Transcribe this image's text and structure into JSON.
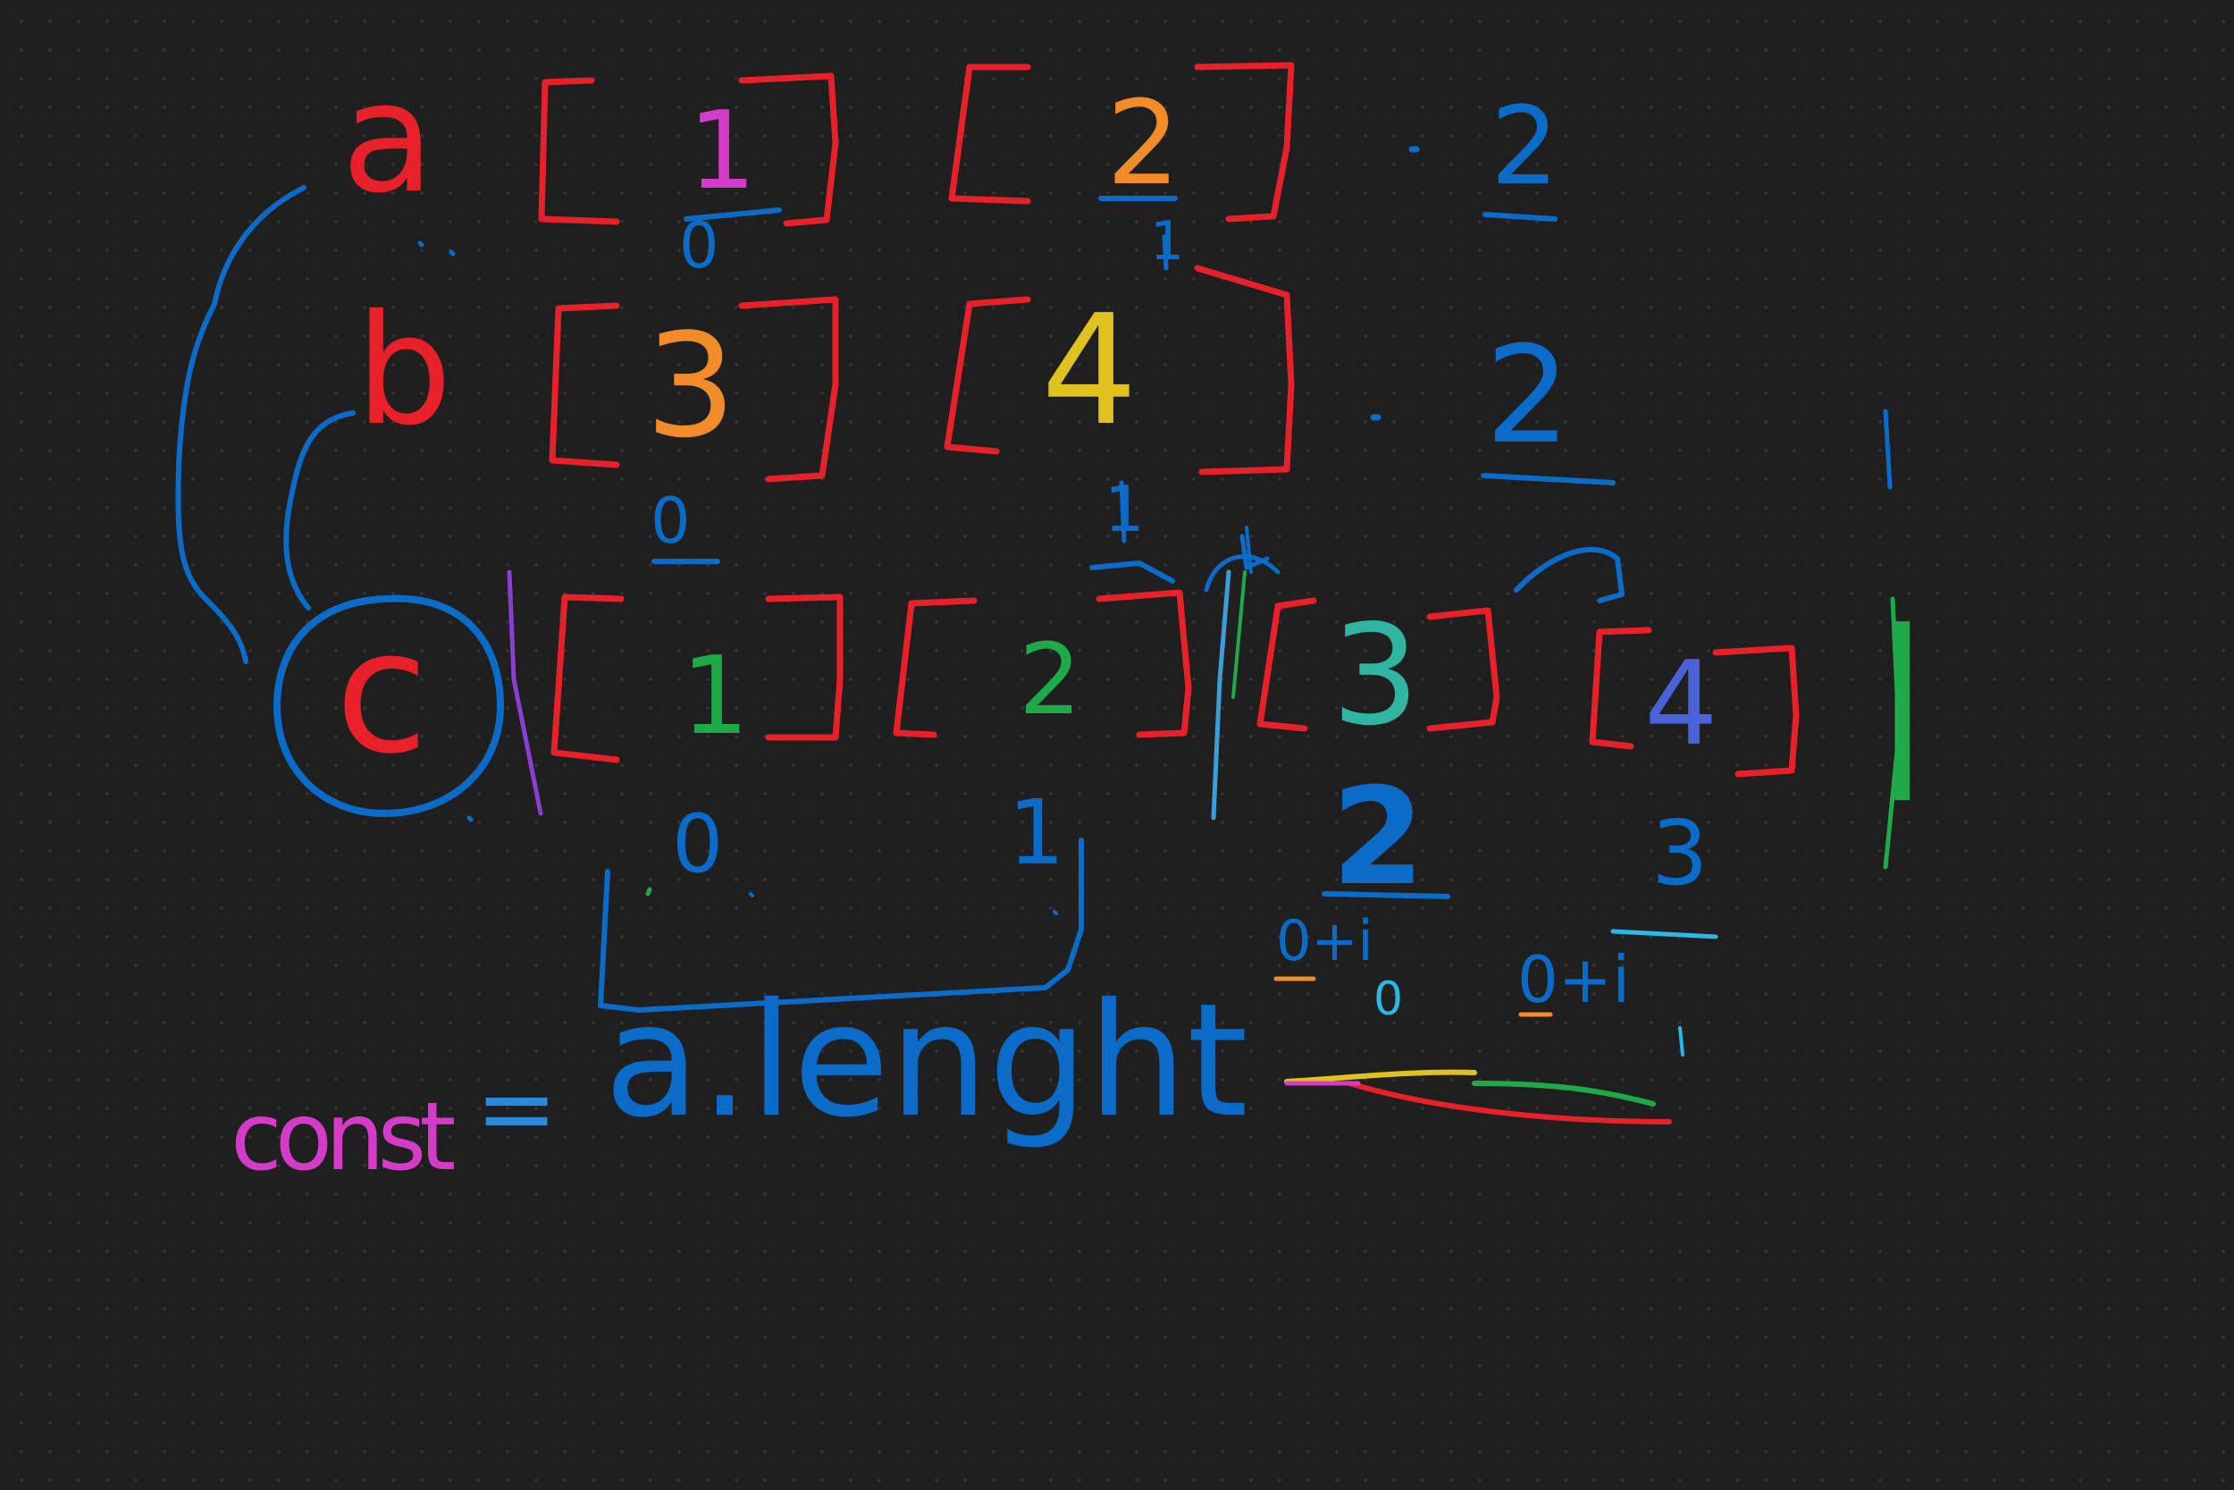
{
  "colors": {
    "background": "#1f1f1f",
    "red": "#e8202a",
    "blue": "#0a6bc8",
    "orange": "#f28c28",
    "yellow": "#e0c21e",
    "green": "#1faa4a",
    "teal": "#2fb5a0",
    "purple": "#8a3fd0",
    "magenta": "#d43cc8",
    "cyan": "#2ab8e8"
  },
  "rows": [
    {
      "label": "a",
      "values": [
        "1",
        "2"
      ],
      "indices": [
        "0",
        "1"
      ],
      "count": "2"
    },
    {
      "label": "b",
      "values": [
        "3",
        "4"
      ],
      "indices": [
        "0",
        "1"
      ],
      "count": "2"
    }
  ],
  "result": {
    "label": "c",
    "values": [
      "1",
      "2",
      "3",
      "4"
    ],
    "indices": [
      "0",
      "1",
      "2",
      "3"
    ],
    "end_mark": "|"
  },
  "formulas": {
    "offset_1": "0+i",
    "offset_2": "0+i",
    "underline_zero": "0",
    "under_tick": "1"
  },
  "code": {
    "keyword": "const",
    "assign": "=",
    "expression": "a.lenght"
  }
}
